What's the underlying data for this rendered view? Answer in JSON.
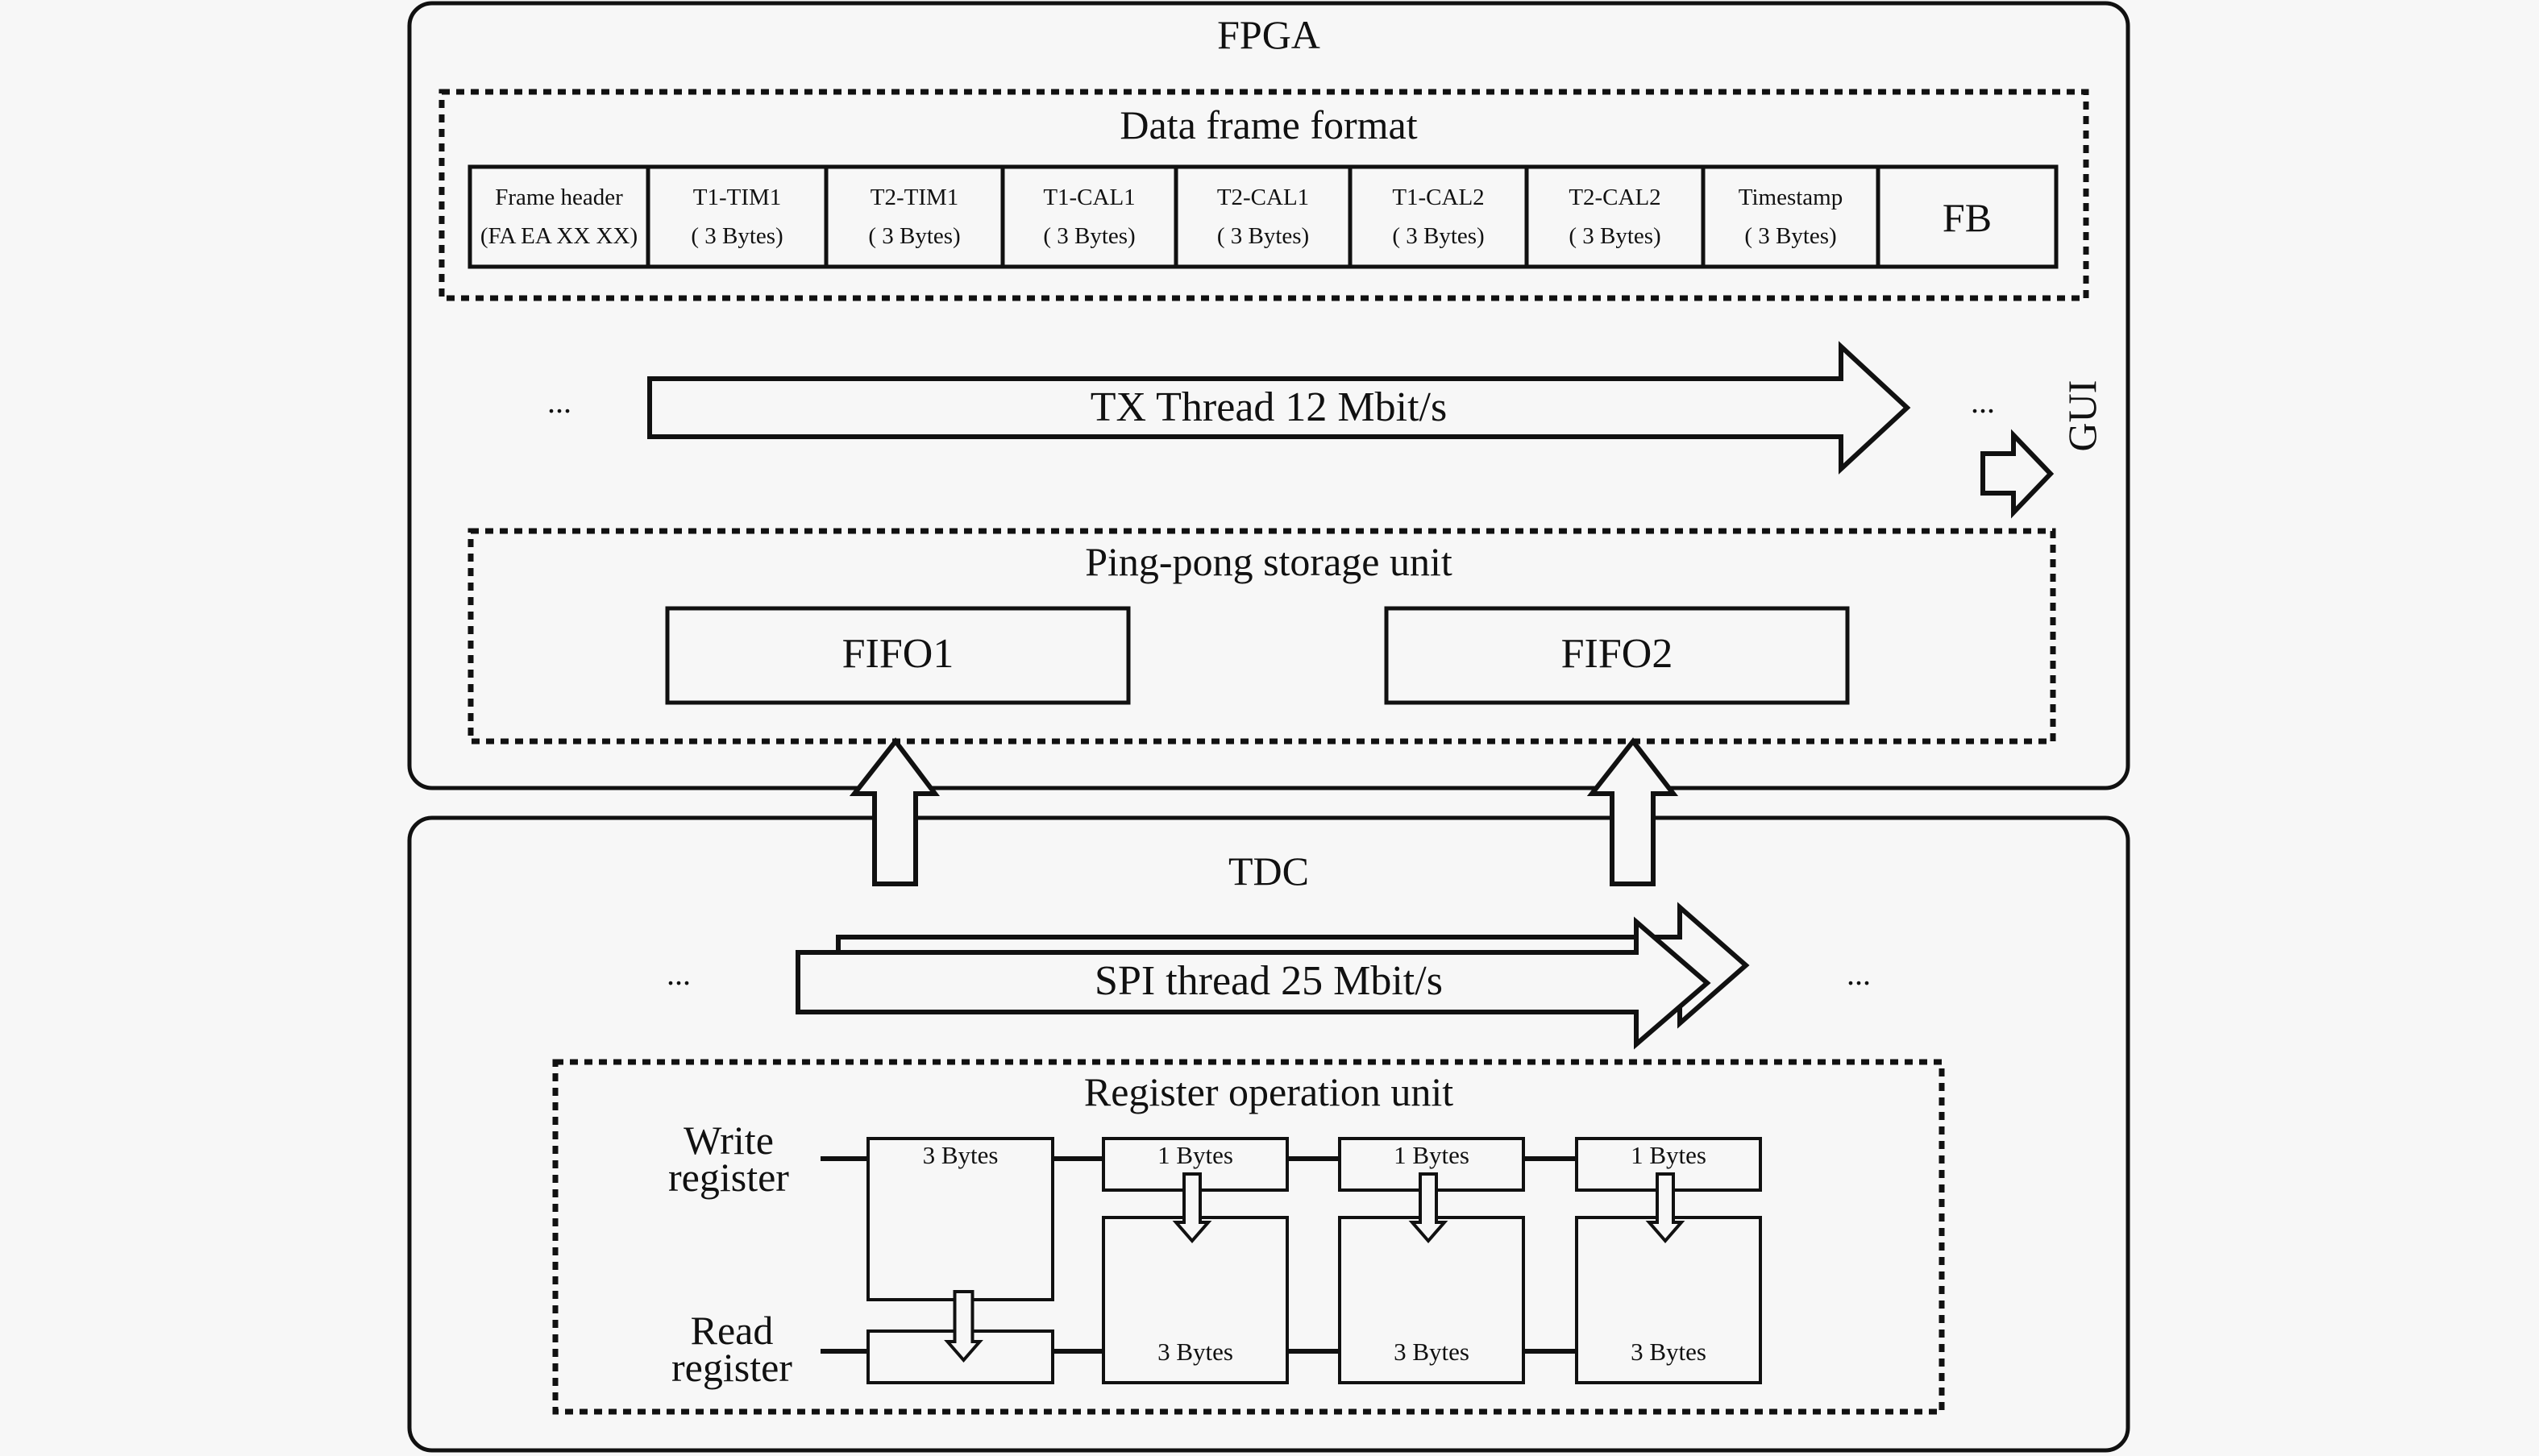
{
  "fpga": {
    "title": "FPGA",
    "data_frame": {
      "title": "Data frame format",
      "cells": [
        {
          "line1": "Frame header",
          "line2": "(FA EA XX XX)"
        },
        {
          "line1": "T1-TIM1",
          "line2": "( 3 Bytes)"
        },
        {
          "line1": "T2-TIM1",
          "line2": "( 3 Bytes)"
        },
        {
          "line1": "T1-CAL1",
          "line2": "( 3 Bytes)"
        },
        {
          "line1": "T2-CAL1",
          "line2": "( 3 Bytes)"
        },
        {
          "line1": "T1-CAL2",
          "line2": "( 3 Bytes)"
        },
        {
          "line1": "T2-CAL2",
          "line2": "( 3 Bytes)"
        },
        {
          "line1": "Timestamp",
          "line2": "( 3 Bytes)"
        },
        {
          "line1": "FB",
          "line2": ""
        }
      ]
    },
    "tx_thread": {
      "label": "TX Thread 12 Mbit/s",
      "ellipsis_left": "...",
      "ellipsis_right": "..."
    },
    "gui_label": "GUI",
    "ping_pong": {
      "title": "Ping-pong storage unit",
      "fifos": [
        "FIFO1",
        "FIFO2"
      ]
    }
  },
  "tdc": {
    "title": "TDC",
    "spi_thread": {
      "label": "SPI thread 25 Mbit/s",
      "ellipsis_left": "...",
      "ellipsis_right": "..."
    },
    "register_unit": {
      "title": "Register operation unit",
      "write_label": [
        "Write",
        "register"
      ],
      "read_label": [
        "Read",
        "register"
      ],
      "write_cells": [
        "3 Bytes",
        "1 Bytes",
        "1 Bytes",
        "1 Bytes"
      ],
      "read_cells": [
        "",
        "3 Bytes",
        "3 Bytes",
        "3 Bytes"
      ]
    }
  }
}
